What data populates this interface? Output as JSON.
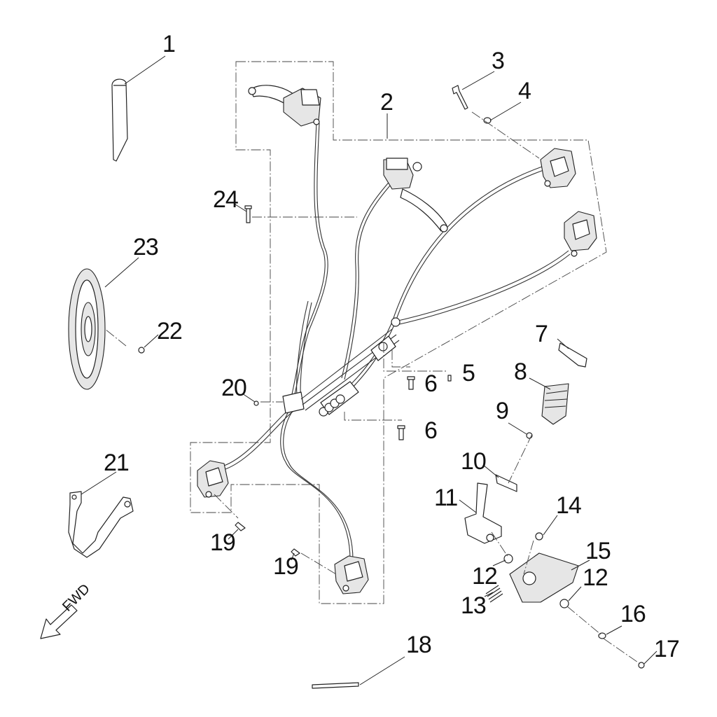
{
  "callouts": {
    "c1": "1",
    "c2": "2",
    "c3": "3",
    "c4": "4",
    "c5": "5",
    "c6a": "6",
    "c6b": "6",
    "c7": "7",
    "c8": "8",
    "c9": "9",
    "c10": "10",
    "c11": "11",
    "c12a": "12",
    "c12b": "12",
    "c13": "13",
    "c14": "14",
    "c15": "15",
    "c16": "16",
    "c17": "17",
    "c18": "18",
    "c19a": "19",
    "c19b": "19",
    "c20": "20",
    "c21": "21",
    "c22": "22",
    "c23": "23",
    "c24": "24"
  },
  "direction": {
    "label": "FWD"
  },
  "icons": {
    "brake_lever": "brake-lever-icon",
    "caliper": "brake-caliper-icon",
    "disc": "brake-disc-icon",
    "pedal": "brake-pedal-icon",
    "arrow": "forward-arrow-icon"
  },
  "colors": {
    "line": "#222222",
    "fill": "#ffffff",
    "shade": "#e6e6e6"
  }
}
